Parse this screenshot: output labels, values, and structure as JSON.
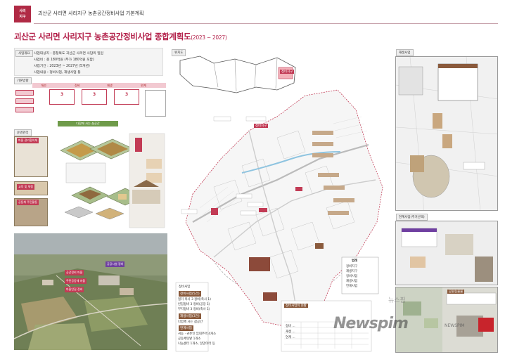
{
  "header": {
    "badge_line1": "사리",
    "badge_line2": "지구",
    "title": "괴산군 사리면 사리지구 농촌공간정비사업 기본계획"
  },
  "main_title": {
    "text": "괴산군 사리면 사리지구 농촌공간정비사업 종합계획도",
    "period": "(2023 ~ 2027)"
  },
  "overview": {
    "label": "사업개요",
    "lines": [
      "사업대상지 : 충청북도 괴산군 사리면 사담리 일원",
      "사업비 : 총 180억원 (무가 180억원 포함)",
      "사업기간 : 2023년 ~ 2027년 (5개년)",
      "사업내용 : 정비사업, 재생사업 등"
    ]
  },
  "sections": {
    "basic_direction": "기본방향",
    "operation": "운영관리",
    "location": "위치도",
    "regeneration": "재생사업",
    "linked": "연계사업(주거선택)",
    "park": "공원동물물"
  },
  "concept": {
    "tabs": [
      "개선",
      "정비",
      "재생",
      "연계"
    ],
    "numbers": [
      "3",
      "3",
      "3"
    ],
    "center_banner": "다함께 사는 삶공간"
  },
  "left_tags": [
    "마을 관리협의체",
    "교육 및 체험",
    "공동체 주민활동"
  ],
  "aerial": {
    "tags": [
      "공간정비 마을",
      "주민공동체 마을",
      "마을안길 정비",
      "공공시설 정비"
    ]
  },
  "map": {
    "inset_label": "정비지구",
    "center_label": "정비지구"
  },
  "legend": {
    "title": "범례",
    "items": [
      "정비지구",
      "재생지구",
      "정비사업",
      "재생사업",
      "연계사업"
    ]
  },
  "summary": {
    "title": "정비사업",
    "group1_title": "정비사업(5건)",
    "group1_items": [
      "철거 축사 3 정비(축사 1)",
      "빈집정비 3 정비(공장 1)",
      "부지정비 3 정비(축사 1)"
    ],
    "group2_title": "재생사업(3건)",
    "group2_items": [
      "다함께 사는 삶공간"
    ],
    "group3_title": "연계사업",
    "group3_items": [
      "귀농 · 귀촌인 임대주택 4개소",
      "공동체텃밭 1개소",
      "나눔센터 1개소, 달맞이터 등"
    ]
  },
  "budget": {
    "title": "정비사업비 현황",
    "rows": [
      "정비 ...",
      "재생 ...",
      "연계 ..."
    ]
  },
  "watermark": {
    "brand": "Newspim",
    "korean": "뉴스핌",
    "logo_text": "NEWSPIM"
  }
}
